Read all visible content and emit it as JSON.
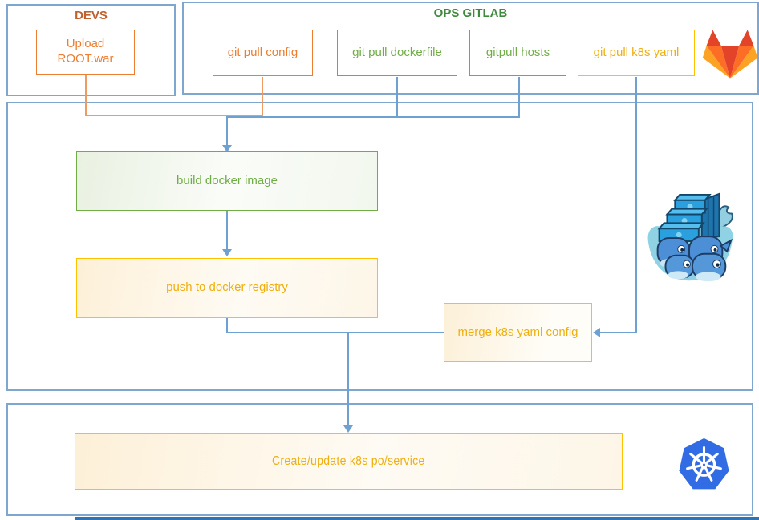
{
  "sections": {
    "devs": {
      "title": "DEVS"
    },
    "ops_gitlab": {
      "title": "OPS GITLAB"
    }
  },
  "nodes": {
    "upload_root_war": {
      "label": "Upload ROOT.war"
    },
    "git_pull_config": {
      "label": "git pull config"
    },
    "git_pull_dockerfile": {
      "label": "git pull dockerfile"
    },
    "gitpull_hosts": {
      "label": "gitpull hosts"
    },
    "git_pull_k8s_yaml": {
      "label": "git pull k8s yaml"
    },
    "build_docker_image": {
      "label": "build docker image"
    },
    "push_to_docker_registry": {
      "label": "push to docker registry"
    },
    "merge_k8s_yaml_config": {
      "label": "merge k8s yaml config"
    },
    "create_update_k8s_po_service": {
      "label": "Create/update k8s po/service"
    }
  },
  "icons": {
    "gitlab": "gitlab-tanuki-logo",
    "docker": "docker-swarm-whales-logo",
    "kubernetes": "kubernetes-helm-logo"
  },
  "colors": {
    "orange": "#ED7D31",
    "orange_title": "#C0622F",
    "orange_connector": "#ED9A63",
    "green": "#70AD47",
    "green_title": "#3F8A3F",
    "gold": "#FFC000",
    "gold_text": "#EFAF10",
    "blue_connector": "#6FA0D2",
    "section_border": "#7EA6CE",
    "bottom_bar": "#2E74B5",
    "gitlab_red": "#E24329",
    "gitlab_orange": "#FC6D26",
    "gitlab_yellow": "#FCA326",
    "kubernetes_blue": "#326CE5",
    "docker_blue": "#2BA0DE"
  }
}
